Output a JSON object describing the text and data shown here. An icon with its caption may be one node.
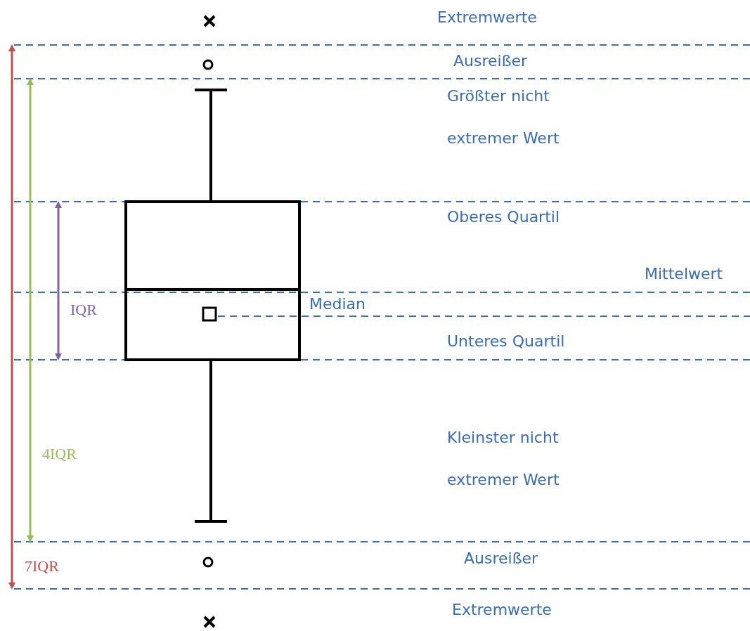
{
  "diagram": {
    "labels": [
      "Extremwerte",
      "Ausreißer",
      "Größter nicht extremer Wert",
      "Oberes Quartil",
      "Mittelwert",
      "IQR",
      "Median",
      "Unteres Quartil",
      "4IQR",
      "Kleinster nicht extremer Wert",
      "Ausreißer",
      "7IQR",
      "Extremwerte"
    ]
  }
}
